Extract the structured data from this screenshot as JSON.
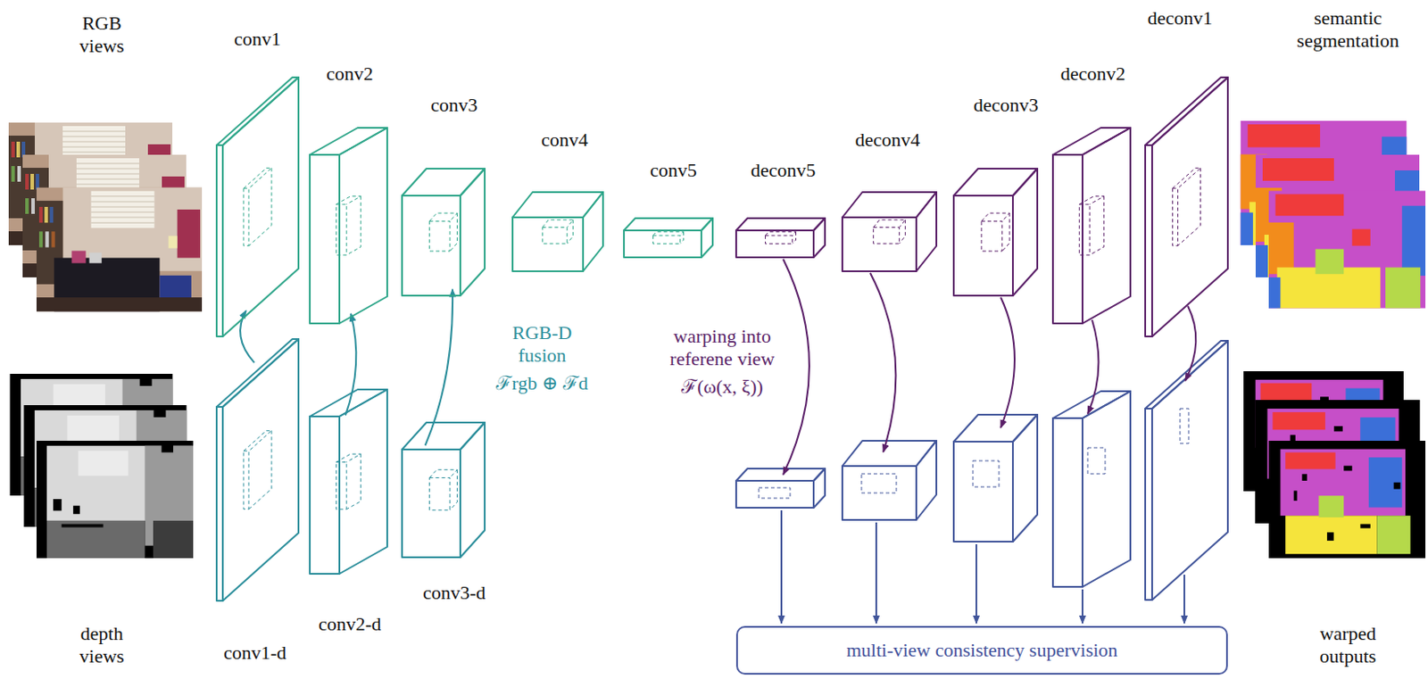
{
  "diagram": {
    "nodes": [
      {
        "text": [
          "conv1"
        ]
      },
      {
        "text": [
          "conv2"
        ]
      },
      {
        "text": [
          "conv3"
        ]
      },
      {
        "text": [
          "conv4"
        ]
      },
      {
        "text": [
          "conv5"
        ]
      },
      {
        "text": [
          "deconv5"
        ]
      },
      {
        "text": [
          "deconv4"
        ]
      },
      {
        "text": [
          "deconv3"
        ]
      },
      {
        "text": [
          "deconv2"
        ]
      },
      {
        "text": [
          "deconv1"
        ]
      },
      {
        "text": [
          "conv1-d"
        ]
      },
      {
        "text": [
          "conv2-d"
        ]
      },
      {
        "text": [
          "conv3-d"
        ]
      },
      {
        "text": [
          "multi-view consistency supervision"
        ]
      }
    ],
    "edges": [
      {
        "from": 10,
        "to": 0,
        "arrow": "to"
      },
      {
        "from": 11,
        "to": 1,
        "arrow": "to"
      },
      {
        "from": 12,
        "to": 2,
        "arrow": "to"
      }
    ],
    "labels": [
      "RGB views",
      "semantic segmentation",
      "RGB-D fusion",
      "ℱrgb ⊕ ℱd",
      "warping into referene view",
      "ℱ(ω(x, ξ))",
      "depth views",
      "warped outputs"
    ]
  }
}
